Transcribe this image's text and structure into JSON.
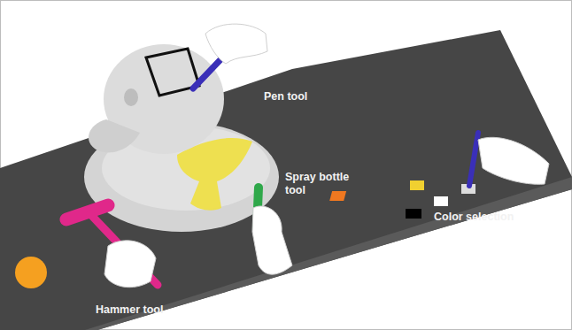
{
  "diagram": {
    "labels": [
      "Pen tool",
      "Spray bottle tool",
      "Hammer tool",
      "Color selection"
    ]
  }
}
